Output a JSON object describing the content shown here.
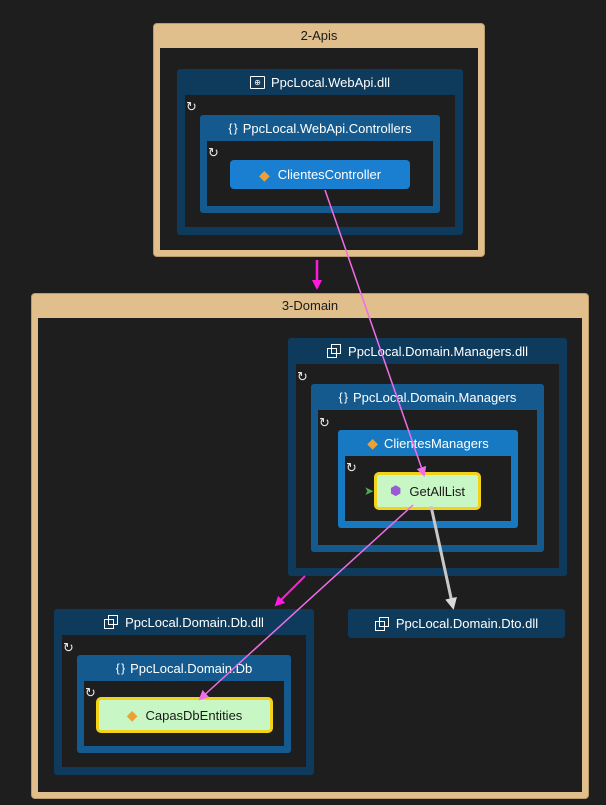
{
  "layers": {
    "apis": {
      "title": "2-Apis",
      "assembly": "PpcLocal.WebApi.dll",
      "namespace": "PpcLocal.WebApi.Controllers",
      "class": "ClientesController"
    },
    "domain": {
      "title": "3-Domain",
      "managers_assembly": "PpcLocal.Domain.Managers.dll",
      "managers_namespace": "PpcLocal.Domain.Managers",
      "managers_class": "ClientesManagers",
      "managers_method": "GetAllList",
      "db_assembly": "PpcLocal.Domain.Db.dll",
      "db_namespace": "PpcLocal.Domain.Db",
      "db_class": "CapasDbEntities",
      "dto_assembly": "PpcLocal.Domain.Dto.dll"
    }
  },
  "icons": {
    "refresh": "refresh-icon",
    "assembly": "assembly-icon",
    "web_assembly": "web-assembly-icon",
    "namespace": "namespace-icon",
    "class": "class-icon",
    "method": "method-icon"
  },
  "colors": {
    "layer": "#e0bf8c",
    "assembly": "#0e3a5c",
    "namespace": "#145a8f",
    "class": "#1679c2",
    "highlight_fill": "#c8f7c5",
    "highlight_border": "#f3d21a",
    "dependency_edge": "#ee6ee8",
    "layer_edge": "#ff1adc",
    "dto_edge": "#bfbfbf"
  }
}
